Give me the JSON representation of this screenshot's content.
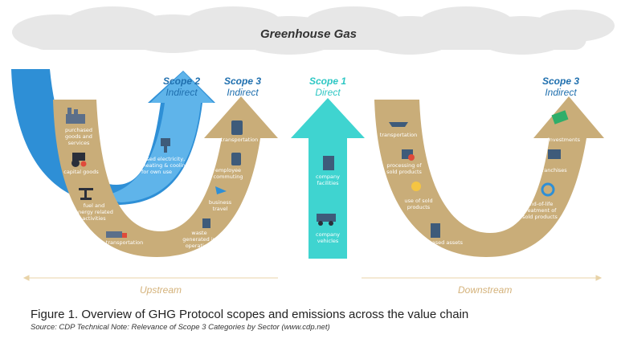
{
  "header": {
    "title": "Greenhouse Gas"
  },
  "scopes": {
    "scope2": {
      "title": "Scope 2",
      "subtitle": "Indirect"
    },
    "scope3_up": {
      "title": "Scope 3",
      "subtitle": "Indirect"
    },
    "scope1": {
      "title": "Scope 1",
      "subtitle": "Direct"
    },
    "scope3_down": {
      "title": "Scope 3",
      "subtitle": "Indirect"
    }
  },
  "upstream_items": [
    "purchased goods and services",
    "capital goods",
    "fuel and energy related activities",
    "transportation"
  ],
  "scope2_item": "purchased electricity, steam heating & cooling for own use",
  "scope3_up_items": [
    "transportation",
    "employee commuting",
    "business travel",
    "waste generated in operations"
  ],
  "scope1_items": [
    "company facilities",
    "company vehicles"
  ],
  "downstream_left_items": [
    "transportation",
    "processing of sold products",
    "use of sold products",
    "leased assets"
  ],
  "downstream_right_items": [
    "investments",
    "franchises",
    "end-of-life treatment of sold products"
  ],
  "chain": {
    "upstream": "Upstream",
    "downstream": "Downstream"
  },
  "caption": {
    "figure": "Figure 1. Overview of GHG Protocol scopes and emissions across the value chain",
    "source": "Source: CDP Technical Note: Relevance of Scope 3 Categories by Sector (www.cdp.net)"
  },
  "colors": {
    "tan": "#c9ad79",
    "blue_dark": "#2e8fd6",
    "blue_light": "#5fb4ea",
    "teal": "#3fd4d0",
    "scope_blue": "#1f6fae",
    "scope_teal": "#2ec7c4",
    "cloud": "#e6e6e6"
  },
  "icons": [
    "factory-icon",
    "tractor-icon",
    "oil-pump-icon",
    "truck-icon",
    "plug-icon",
    "bus-icon",
    "airplane-icon",
    "trash-icon",
    "building-icon",
    "car-icon",
    "ship-icon",
    "gear-factory-icon",
    "lightbulb-icon",
    "office-building-icon",
    "money-icon",
    "shop-icon",
    "recycle-icon"
  ]
}
